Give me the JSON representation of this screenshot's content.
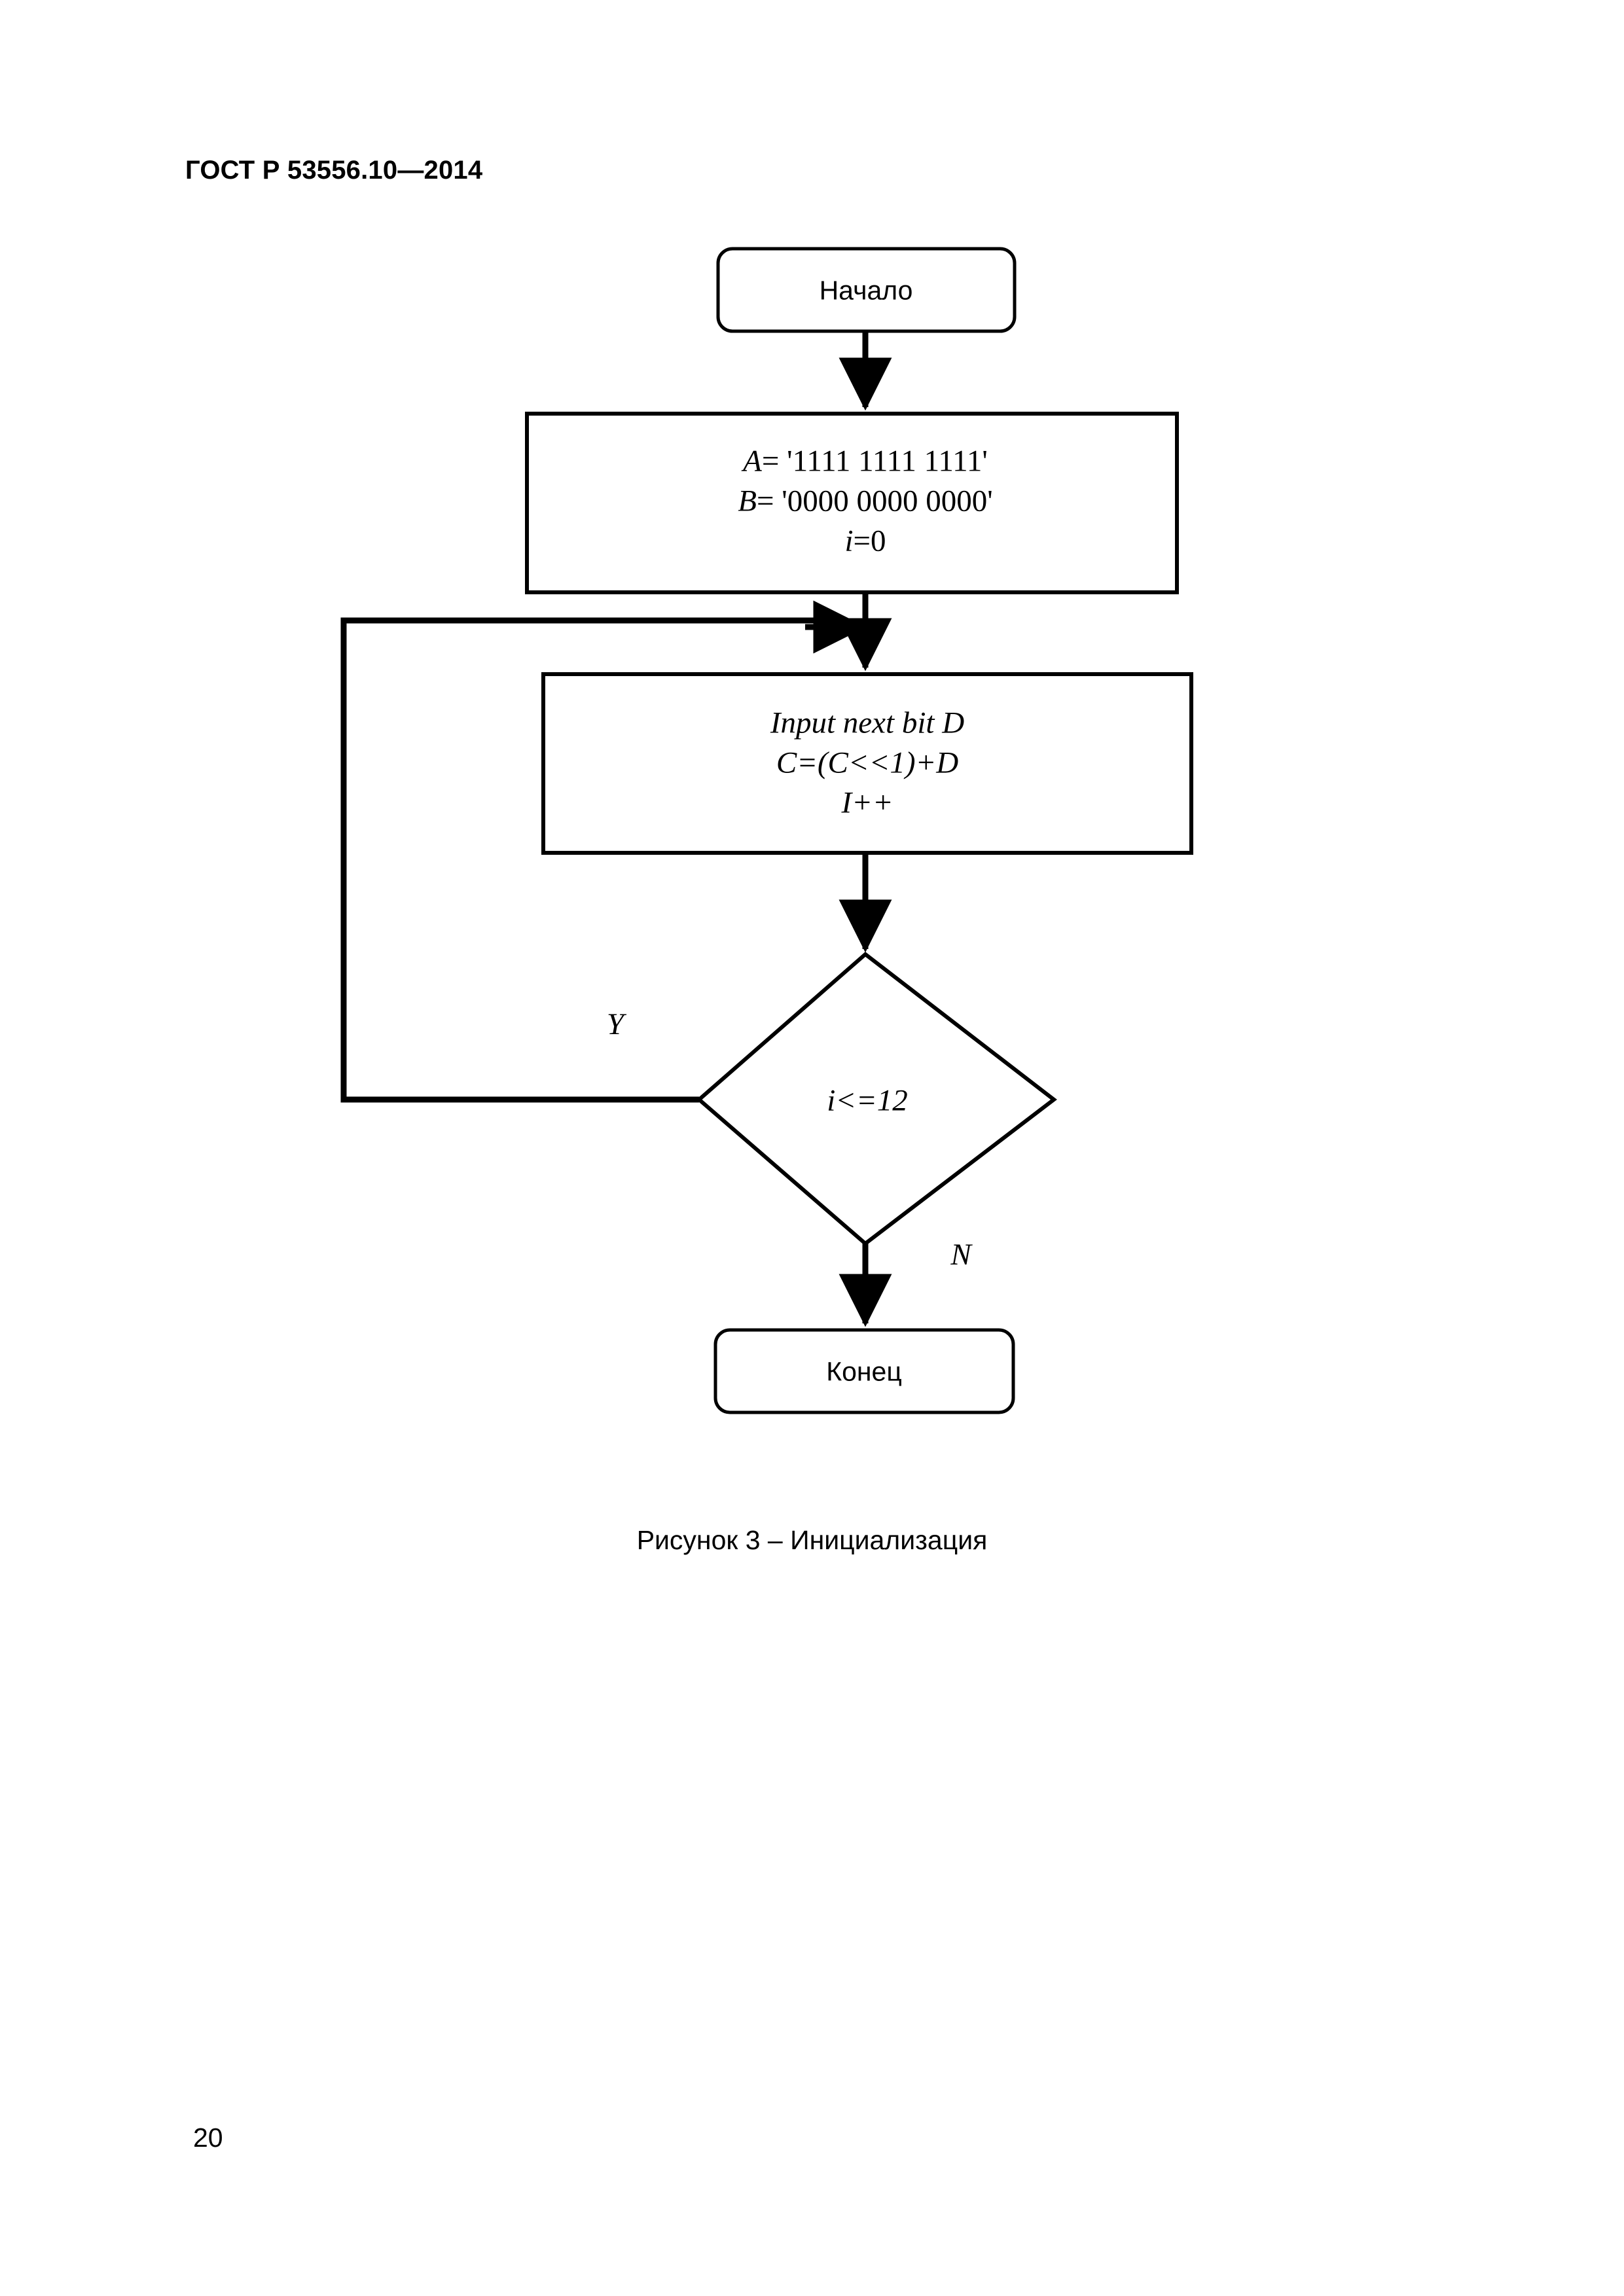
{
  "document": {
    "header": "ГОСТ Р 53556.10—2014",
    "page_number": "20"
  },
  "figure": {
    "caption": "Рисунок 3 – Инициализация",
    "nodes": {
      "start": {
        "label": "Начало",
        "shape": "rounded-rectangle"
      },
      "init": {
        "shape": "rectangle",
        "line1": "A= '1111 1111 1111'",
        "line1_var": "A",
        "line1_rest": "= '1111 1111 1111'",
        "line2_var": "B",
        "line2_rest": "= '0000 0000 0000'",
        "line3_var": "i",
        "line3_rest": "=0"
      },
      "process": {
        "shape": "rectangle",
        "line1": "Input next bit D",
        "line2": "C=(C<<1)+D",
        "line3": "I++"
      },
      "decision": {
        "shape": "diamond",
        "label": "i<=12"
      },
      "end": {
        "label": "Конец",
        "shape": "rounded-rectangle"
      }
    },
    "edges": {
      "yes_label": "Y",
      "no_label": "N"
    }
  },
  "style": {
    "stroke": "#000000",
    "fill": "#ffffff"
  }
}
